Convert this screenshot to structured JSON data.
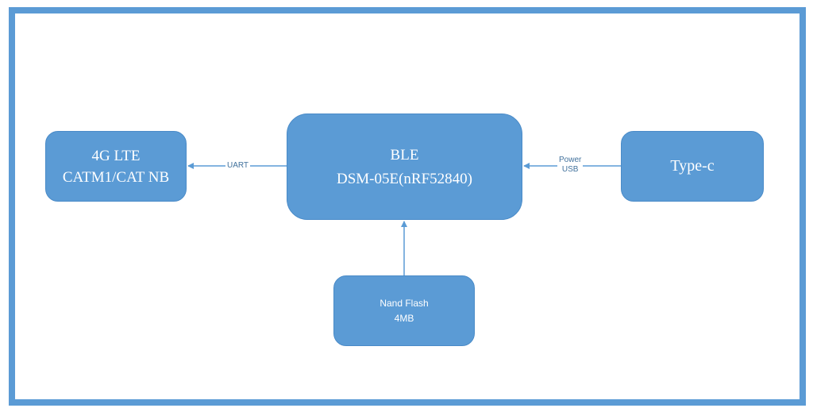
{
  "diagram": {
    "blocks": {
      "lte": {
        "line1": "4G LTE",
        "line2": "CATM1/CAT NB"
      },
      "ble": {
        "line1": "BLE",
        "line2": "DSM-05E(nRF52840)"
      },
      "typec": {
        "line1": "Type-c"
      },
      "nand": {
        "line1": "Nand Flash",
        "line2": "4MB"
      }
    },
    "connections": {
      "uart": {
        "label": "UART"
      },
      "power": {
        "line1": "Power",
        "line2": "USB"
      }
    }
  },
  "colors": {
    "block_fill": "#5b9bd5",
    "frame_border": "#5b9bd5",
    "line": "#5b9bd5",
    "label_text": "#41719c"
  }
}
